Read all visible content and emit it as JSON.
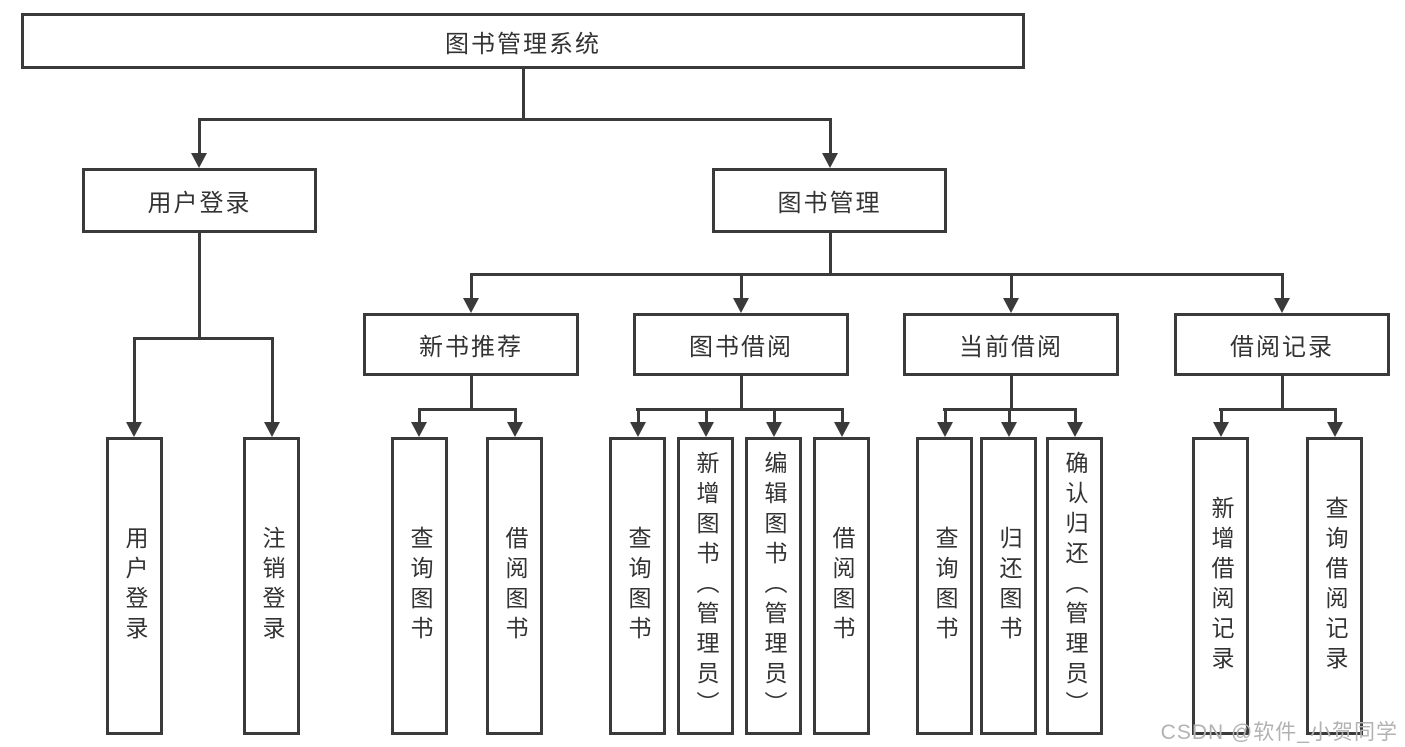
{
  "diagram": {
    "root": {
      "label": "图书管理系统"
    },
    "login": {
      "label": "用户登录",
      "children": [
        {
          "label": "用户登录"
        },
        {
          "label": "注销登录"
        }
      ]
    },
    "mgmt": {
      "label": "图书管理",
      "children": [
        {
          "label": "新书推荐",
          "children": [
            {
              "label": "查询图书"
            },
            {
              "label": "借阅图书"
            }
          ]
        },
        {
          "label": "图书借阅",
          "children": [
            {
              "label": "查询图书"
            },
            {
              "label": "新增图书（管理员）"
            },
            {
              "label": "编辑图书（管理员）"
            },
            {
              "label": "借阅图书"
            }
          ]
        },
        {
          "label": "当前借阅",
          "children": [
            {
              "label": "查询图书"
            },
            {
              "label": "归还图书"
            },
            {
              "label": "确认归还（管理员）"
            }
          ]
        },
        {
          "label": "借阅记录",
          "children": [
            {
              "label": "新增借阅记录"
            },
            {
              "label": "查询借阅记录"
            }
          ]
        }
      ]
    },
    "colors": {
      "line": "#3a3a3a",
      "text": "#333333",
      "watermark": "#b2b2b2"
    }
  },
  "watermark": {
    "text": "CSDN @软件_小贺同学"
  }
}
